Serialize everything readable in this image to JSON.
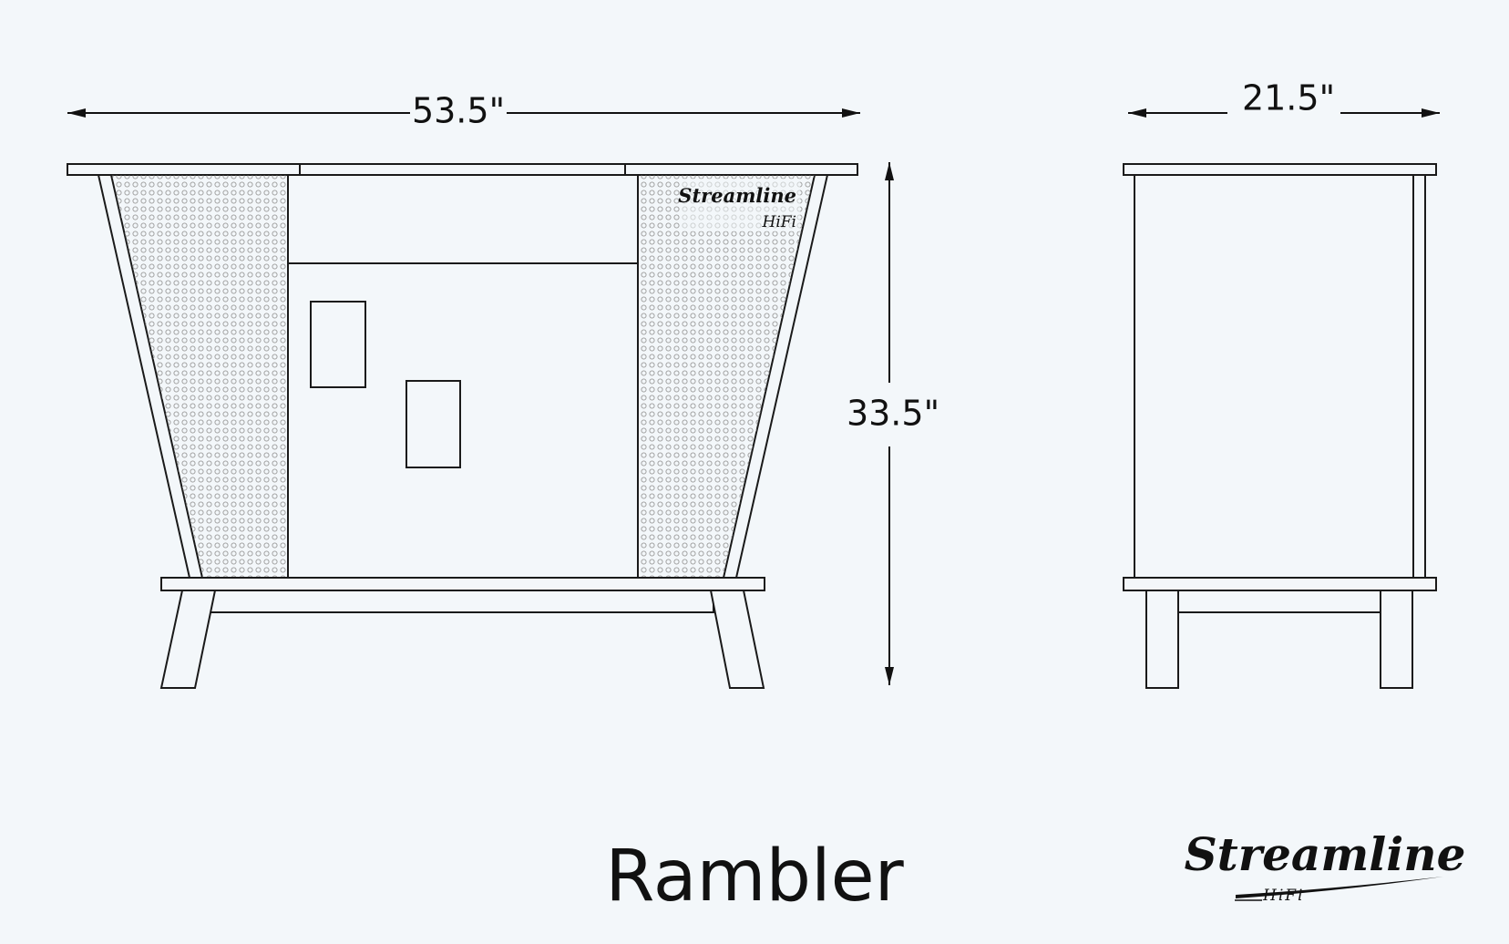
{
  "title": "Rambler",
  "dimensions": {
    "width": "53.5\"",
    "depth": "21.5\"",
    "height": "33.5\""
  },
  "badge": {
    "brand": "Streamline",
    "sub": "HiFi"
  },
  "logo": {
    "brand": "Streamline",
    "sub": "HiFi"
  },
  "colors": {
    "background": "#f3f7fa",
    "line": "#1a1a1a",
    "grille_dot": "#9a9a9a"
  }
}
